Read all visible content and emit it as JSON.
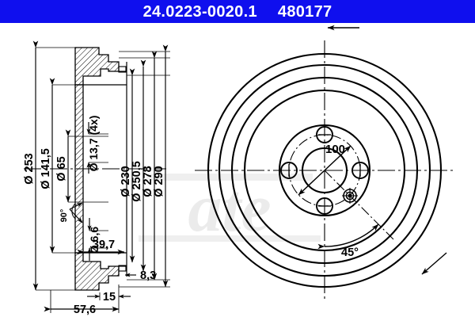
{
  "header": {
    "part_number": "24.0223-0020.1",
    "article_number": "480177",
    "background_color": "#0f0fee",
    "text_color": "#ffffff"
  },
  "drawing": {
    "title": "brake drum technical drawing",
    "line_color": "#000000",
    "background_color": "#ffffff",
    "watermark_text": "ate",
    "watermark_color": "#e8e8e8",
    "views": {
      "section": {
        "name": "cross-section-view",
        "dimensions_left": [
          {
            "label": "Ø 253",
            "value": 253,
            "orientation": "vertical"
          },
          {
            "label": "Ø 141,5",
            "value": 141.5,
            "orientation": "vertical"
          },
          {
            "label": "Ø 65",
            "value": 65,
            "orientation": "vertical"
          },
          {
            "label": "Ø 13,7 (4x)",
            "value": 13.7,
            "orientation": "vertical"
          },
          {
            "label": "Ø 6,6",
            "value": 6.6,
            "orientation": "vertical"
          },
          {
            "label": "90°",
            "value": 90,
            "orientation": "angle"
          }
        ],
        "dimensions_right": [
          {
            "label": "Ø 230",
            "value": 230,
            "orientation": "vertical"
          },
          {
            "label": "Ø 250,5",
            "value": 250.5,
            "orientation": "vertical"
          },
          {
            "label": "Ø 278",
            "value": 278,
            "orientation": "vertical"
          },
          {
            "label": "Ø 290",
            "value": 290,
            "orientation": "vertical"
          }
        ],
        "dimensions_bottom": [
          {
            "label": "39,7",
            "value": 39.7,
            "orientation": "horizontal"
          },
          {
            "label": "8,3",
            "value": 8.3,
            "orientation": "horizontal"
          },
          {
            "label": "15",
            "value": 15,
            "orientation": "horizontal"
          },
          {
            "label": "57,6",
            "value": 57.6,
            "orientation": "horizontal"
          }
        ]
      },
      "face": {
        "name": "face-view",
        "bolt_circle_label": "100",
        "angle_label": "45°",
        "bolt_hole_count": 4,
        "circle_diameters": [
          290,
          278,
          250.5,
          230
        ]
      }
    }
  }
}
